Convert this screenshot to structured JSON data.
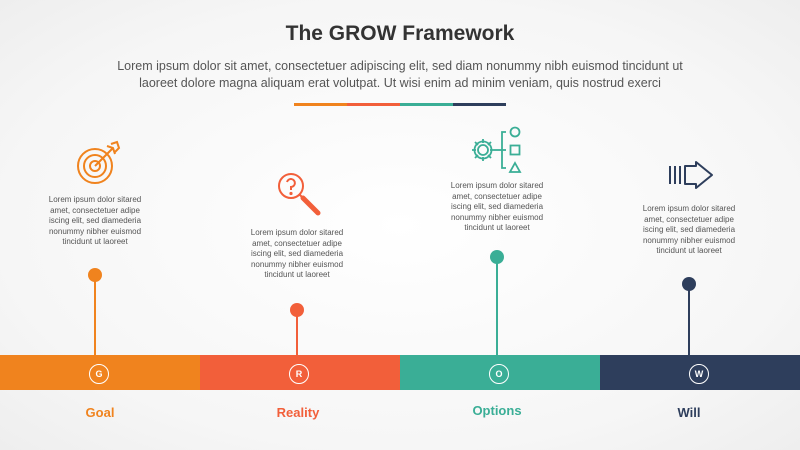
{
  "header": {
    "title": "The GROW Framework",
    "subtitle_line1": "Lorem ipsum dolor sit amet, consectetuer adipiscing elit, sed diam nonummy nibh euismod tincidunt ut",
    "subtitle_line2": "laoreet dolore magna aliquam erat volutpat. Ut wisi enim ad minim veniam, quis nostrud exerci"
  },
  "colors": {
    "goal": "#f0831e",
    "reality": "#f25f3a",
    "options": "#3aae96",
    "will": "#2e3e5c"
  },
  "stages": [
    {
      "letter": "G",
      "label": "Goal",
      "icon": "target-icon",
      "desc": [
        "Lorem ipsum dolor sitared",
        "amet, consectetuer adipe",
        "iscing elit, sed diamederia",
        "nonummy nibher euismod",
        "tincidunt ut laoreet"
      ]
    },
    {
      "letter": "R",
      "label": "Reality",
      "icon": "magnifier-question-icon",
      "desc": [
        "Lorem ipsum dolor sitared",
        "amet, consectetuer adipe",
        "iscing elit, sed diamederia",
        "nonummy nibher euismod",
        "tincidunt ut laoreet"
      ]
    },
    {
      "letter": "O",
      "label": "Options",
      "icon": "gear-shapes-icon",
      "desc": [
        "Lorem ipsum dolor sitared",
        "amet, consectetuer adipe",
        "iscing elit, sed diamederia",
        "nonummy nibher euismod",
        "tincidunt ut laoreet"
      ]
    },
    {
      "letter": "W",
      "label": "Will",
      "icon": "arrow-right-icon",
      "desc": [
        "Lorem ipsum dolor sitared",
        "amet, consectetuer adipe",
        "iscing elit, sed diamederia",
        "nonummy nibher euismod",
        "tincidunt ut laoreet"
      ]
    }
  ]
}
